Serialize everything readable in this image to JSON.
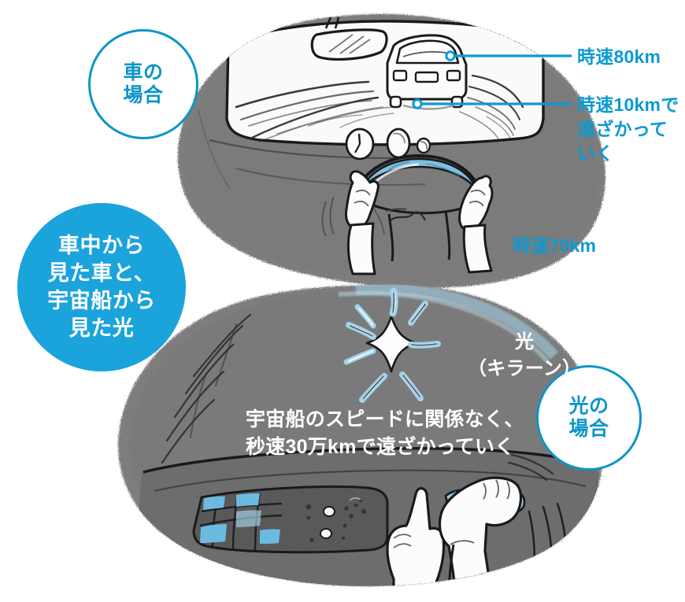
{
  "illustration": {
    "title_concept": "車中から見た車と、宇宙船から見た光",
    "colors": {
      "cyan": "#0C9AD2",
      "cyan_ring": "#0E95C8",
      "blue_fill": "#1BA3DC",
      "grey_blob": "#7D7D7D",
      "grey_blob_dark": "#6E6E6E",
      "ink": "#1A1A1A",
      "paper": "#FFFFFF",
      "light_blue": "#8FC9E8"
    }
  },
  "bubbles": {
    "car_case": {
      "line1": "車の",
      "line2": "場合"
    },
    "light_case": {
      "line1": "光の",
      "line2": "場合"
    },
    "main": {
      "line1": "車中から",
      "line2": "見た車と、",
      "line3": "宇宙船から",
      "line4": "見た光"
    }
  },
  "car_scene": {
    "label_speed_80": "時速80km",
    "label_speed_10": "時速10kmで\n遠ざかって\nいく",
    "label_speed_70": "時速70km",
    "icons": {
      "rearview_mirror": "mirror-icon",
      "car_ahead": "car-icon",
      "steering_wheel": "steering-wheel-icon",
      "gauge": "gauge-icon"
    }
  },
  "light_scene": {
    "label_light": "光\n（キラーン）",
    "label_body": "宇宙船のスピードに関係なく、\n秒速30万kmで遠ざかっていく",
    "icons": {
      "sparkle": "sparkle-icon",
      "console": "console-panel-icon",
      "pointing_hand": "pointing-hand-icon",
      "lever_hand": "lever-grip-icon"
    }
  }
}
